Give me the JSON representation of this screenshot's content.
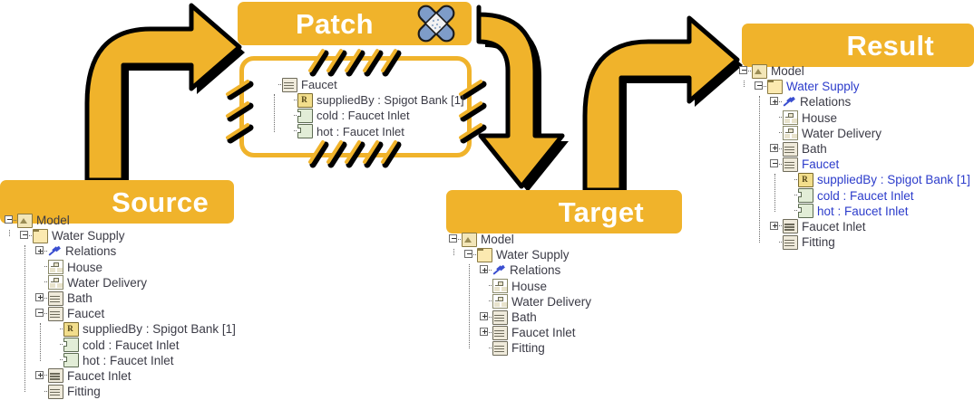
{
  "panels": {
    "source": {
      "title": "Source",
      "color": "#F0B32B"
    },
    "patch": {
      "title": "Patch",
      "color": "#F0B32B",
      "icon": "bandage-icon"
    },
    "target": {
      "title": "Target",
      "color": "#F0B32B"
    },
    "result": {
      "title": "Result",
      "color": "#F0B32B"
    }
  },
  "colors": {
    "accent": "#F0B32B",
    "shadow": "#000000",
    "highlight_text": "#2C3CCB",
    "normal_text": "#3B3B46"
  },
  "source_tree": [
    {
      "label": "Model",
      "icon": "model-icon",
      "depth": 0,
      "toggle": "minus",
      "highlight": false
    },
    {
      "label": "Water Supply",
      "icon": "folder-icon",
      "depth": 1,
      "toggle": "minus",
      "highlight": false
    },
    {
      "label": "Relations",
      "icon": "relations-icon",
      "depth": 2,
      "toggle": "plus",
      "highlight": false
    },
    {
      "label": "House",
      "icon": "diagram-icon",
      "depth": 2,
      "toggle": "none",
      "highlight": false
    },
    {
      "label": "Water Delivery",
      "icon": "diagram-icon",
      "depth": 2,
      "toggle": "none",
      "highlight": false
    },
    {
      "label": "Bath",
      "icon": "block-icon",
      "depth": 2,
      "toggle": "plus",
      "highlight": false
    },
    {
      "label": "Faucet",
      "icon": "block-icon",
      "depth": 2,
      "toggle": "minus",
      "highlight": false
    },
    {
      "label": "suppliedBy : Spigot Bank [1]",
      "icon": "ref-prop-icon",
      "depth": 3,
      "toggle": "none",
      "highlight": false
    },
    {
      "label": "cold : Faucet Inlet",
      "icon": "port-icon",
      "depth": 3,
      "toggle": "none",
      "highlight": false
    },
    {
      "label": "hot : Faucet Inlet",
      "icon": "port-icon",
      "depth": 3,
      "toggle": "none",
      "highlight": false
    },
    {
      "label": "Faucet Inlet",
      "icon": "block-icon",
      "depth": 2,
      "toggle": "plus",
      "highlight": false
    },
    {
      "label": "Fitting",
      "icon": "block-icon",
      "depth": 2,
      "toggle": "none",
      "highlight": false
    }
  ],
  "patch_tree": [
    {
      "label": "Faucet",
      "icon": "block-icon",
      "depth": 0,
      "toggle": "none",
      "highlight": false
    },
    {
      "label": "suppliedBy : Spigot Bank [1]",
      "icon": "ref-prop-icon",
      "depth": 1,
      "toggle": "none",
      "highlight": false
    },
    {
      "label": "cold : Faucet Inlet",
      "icon": "port-icon",
      "depth": 1,
      "toggle": "none",
      "highlight": false
    },
    {
      "label": "hot : Faucet Inlet",
      "icon": "port-icon",
      "depth": 1,
      "toggle": "none",
      "highlight": false
    }
  ],
  "target_tree": [
    {
      "label": "Model",
      "icon": "model-icon",
      "depth": 0,
      "toggle": "minus",
      "highlight": false
    },
    {
      "label": "Water Supply",
      "icon": "folder-icon",
      "depth": 1,
      "toggle": "minus",
      "highlight": false
    },
    {
      "label": "Relations",
      "icon": "relations-icon",
      "depth": 2,
      "toggle": "plus",
      "highlight": false
    },
    {
      "label": "House",
      "icon": "diagram-icon",
      "depth": 2,
      "toggle": "none",
      "highlight": false
    },
    {
      "label": "Water Delivery",
      "icon": "diagram-icon",
      "depth": 2,
      "toggle": "none",
      "highlight": false
    },
    {
      "label": "Bath",
      "icon": "block-icon",
      "depth": 2,
      "toggle": "plus",
      "highlight": false
    },
    {
      "label": "Faucet Inlet",
      "icon": "block-icon",
      "depth": 2,
      "toggle": "plus",
      "highlight": false
    },
    {
      "label": "Fitting",
      "icon": "block-icon",
      "depth": 2,
      "toggle": "none",
      "highlight": false
    }
  ],
  "result_tree": [
    {
      "label": "Model",
      "icon": "model-icon",
      "depth": 0,
      "toggle": "minus",
      "highlight": false
    },
    {
      "label": "Water Supply",
      "icon": "folder-icon",
      "depth": 1,
      "toggle": "minus",
      "highlight": true
    },
    {
      "label": "Relations",
      "icon": "relations-icon",
      "depth": 2,
      "toggle": "plus",
      "highlight": false
    },
    {
      "label": "House",
      "icon": "diagram-icon",
      "depth": 2,
      "toggle": "none",
      "highlight": false
    },
    {
      "label": "Water Delivery",
      "icon": "diagram-icon",
      "depth": 2,
      "toggle": "none",
      "highlight": false
    },
    {
      "label": "Bath",
      "icon": "block-icon",
      "depth": 2,
      "toggle": "plus",
      "highlight": false
    },
    {
      "label": "Faucet",
      "icon": "block-icon",
      "depth": 2,
      "toggle": "minus",
      "highlight": true
    },
    {
      "label": "suppliedBy : Spigot Bank [1]",
      "icon": "ref-prop-icon",
      "depth": 3,
      "toggle": "none",
      "highlight": true
    },
    {
      "label": "cold : Faucet Inlet",
      "icon": "port-icon",
      "depth": 3,
      "toggle": "none",
      "highlight": true
    },
    {
      "label": "hot : Faucet Inlet",
      "icon": "port-icon",
      "depth": 3,
      "toggle": "none",
      "highlight": true
    },
    {
      "label": "Faucet Inlet",
      "icon": "block-icon",
      "depth": 2,
      "toggle": "plus",
      "highlight": false
    },
    {
      "label": "Fitting",
      "icon": "block-icon",
      "depth": 2,
      "toggle": "none",
      "highlight": false
    }
  ],
  "arrows": [
    {
      "name": "source-to-patch-arrow",
      "direction": "up-right"
    },
    {
      "name": "patch-to-target-arrow",
      "direction": "down"
    },
    {
      "name": "target-to-result-arrow",
      "direction": "up-right"
    }
  ]
}
